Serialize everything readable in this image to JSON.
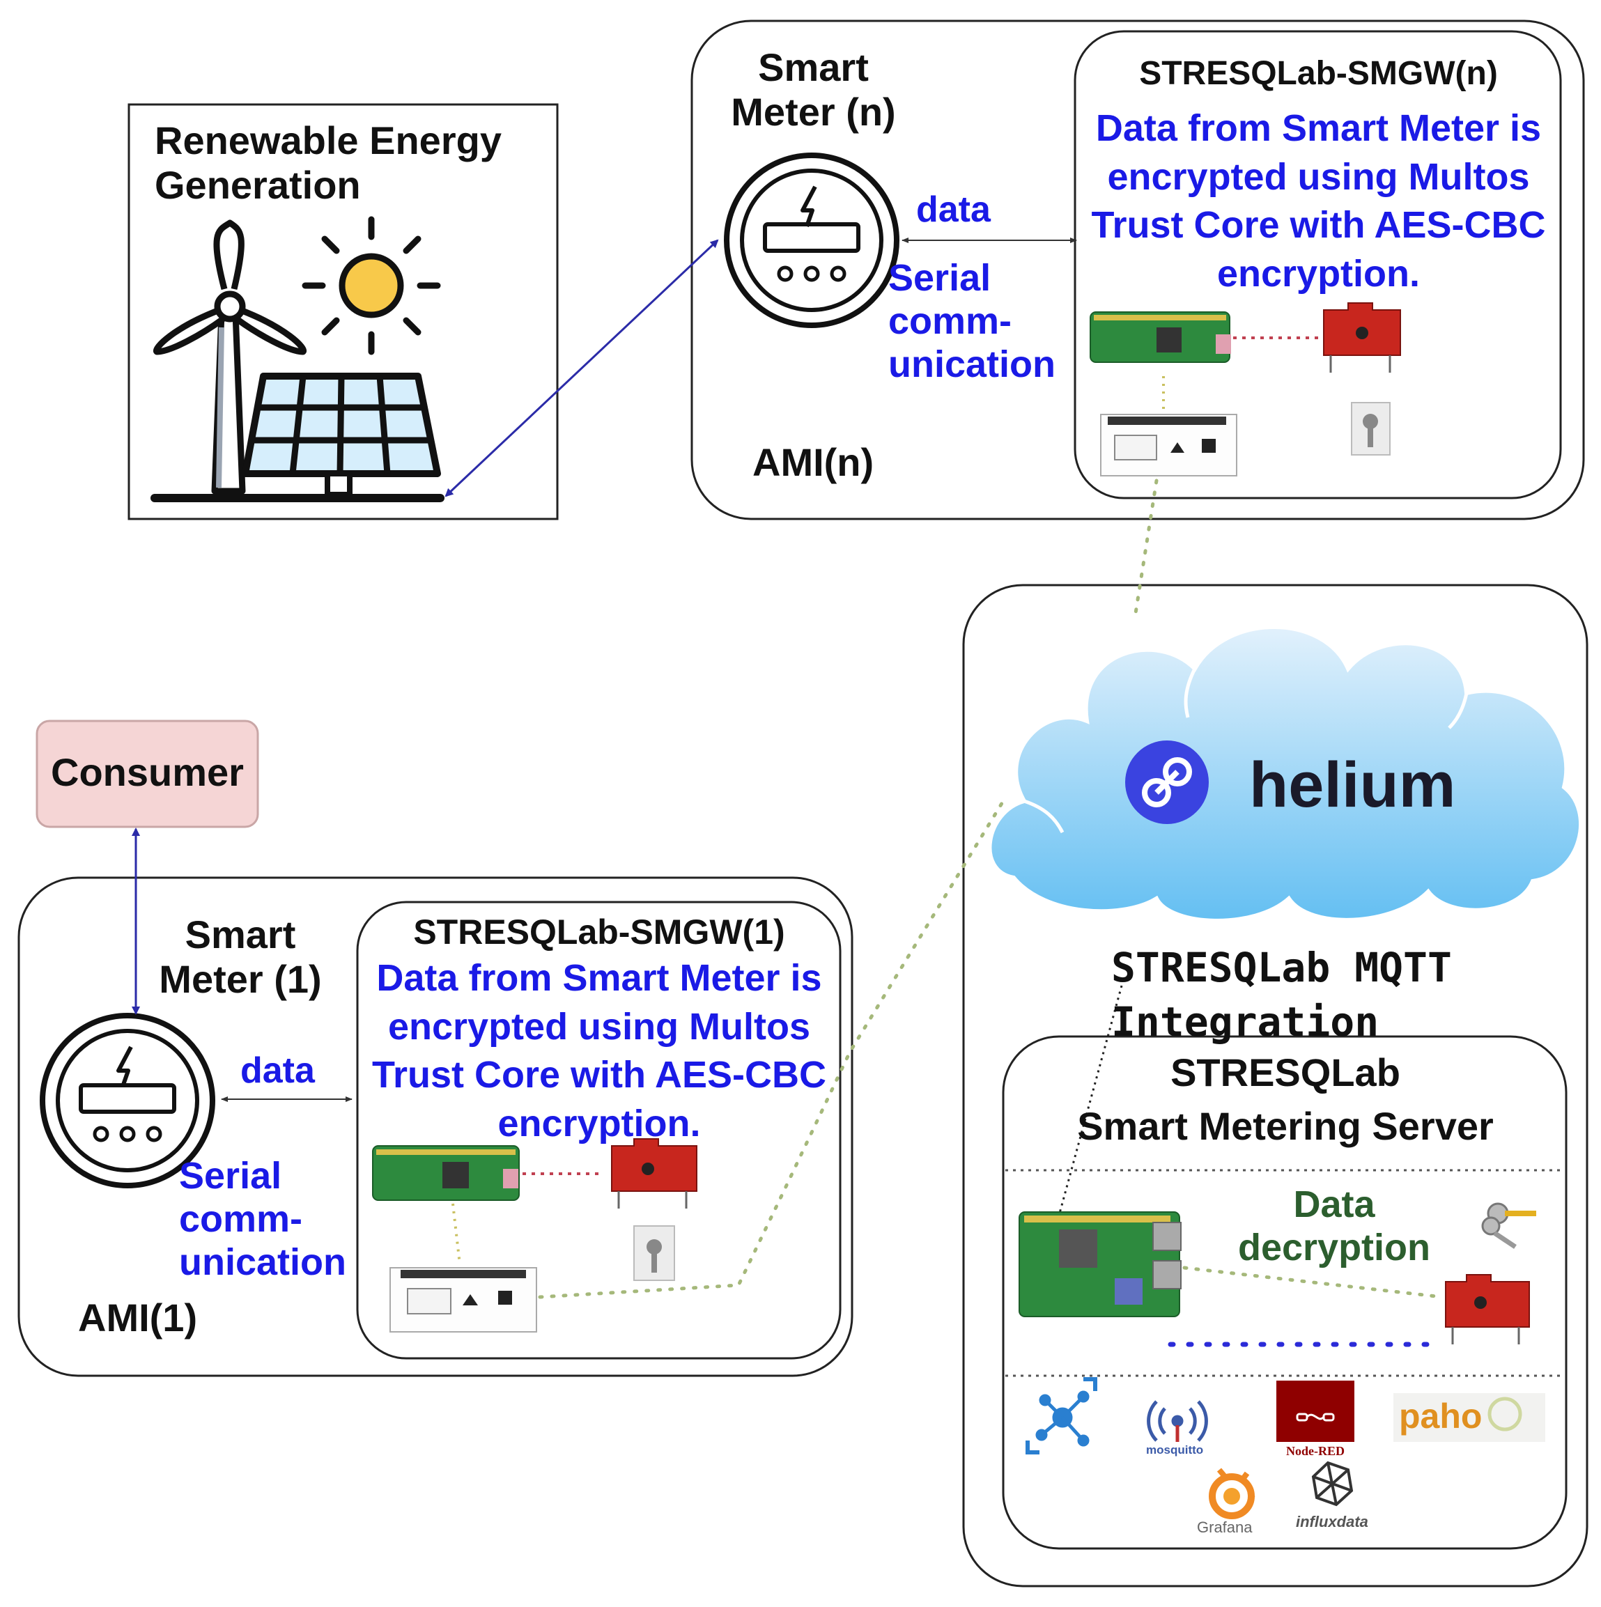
{
  "colors": {
    "blue_text": "#1a1ae6",
    "consumer_fill": "#f5d5d5",
    "cloud_top": "#d8ecfb",
    "cloud_bottom": "#6ec3f2",
    "helium_logo": "#3a43e0",
    "dotted_link": "#a5b87a",
    "decrypt_text": "#2c5e2e"
  },
  "renewable": {
    "title": "Renewable Energy Generation"
  },
  "ami_n": {
    "meter_title": "Smart Meter (n)",
    "data_label": "data",
    "serial_label": "Serial comm-unication",
    "ami_label": "AMI(n)",
    "gateway_title": "STRESQLab-SMGW(n)",
    "gateway_desc": "Data from Smart Meter is encrypted using Multos Trust Core with AES-CBC encryption."
  },
  "consumer": {
    "label": "Consumer"
  },
  "ami_1": {
    "meter_title": "Smart Meter (1)",
    "data_label": "data",
    "serial_label": "Serial comm-unication",
    "ami_label": "AMI(1)",
    "gateway_title": "STRESQLab-SMGW(1)",
    "gateway_desc": "Data from Smart Meter is encrypted using Multos Trust Core with AES-CBC encryption."
  },
  "cloud": {
    "brand": "helium",
    "integration": "STRESQLab MQTT Integration"
  },
  "server": {
    "title_line1": "STRESQLab",
    "title_line2": "Smart Metering Server",
    "decryption": "Data decryption",
    "logos": {
      "mosquitto": "mosquitto",
      "nodered": "Node-RED",
      "paho": "paho",
      "grafana": "Grafana",
      "influx": "influxdata"
    }
  }
}
